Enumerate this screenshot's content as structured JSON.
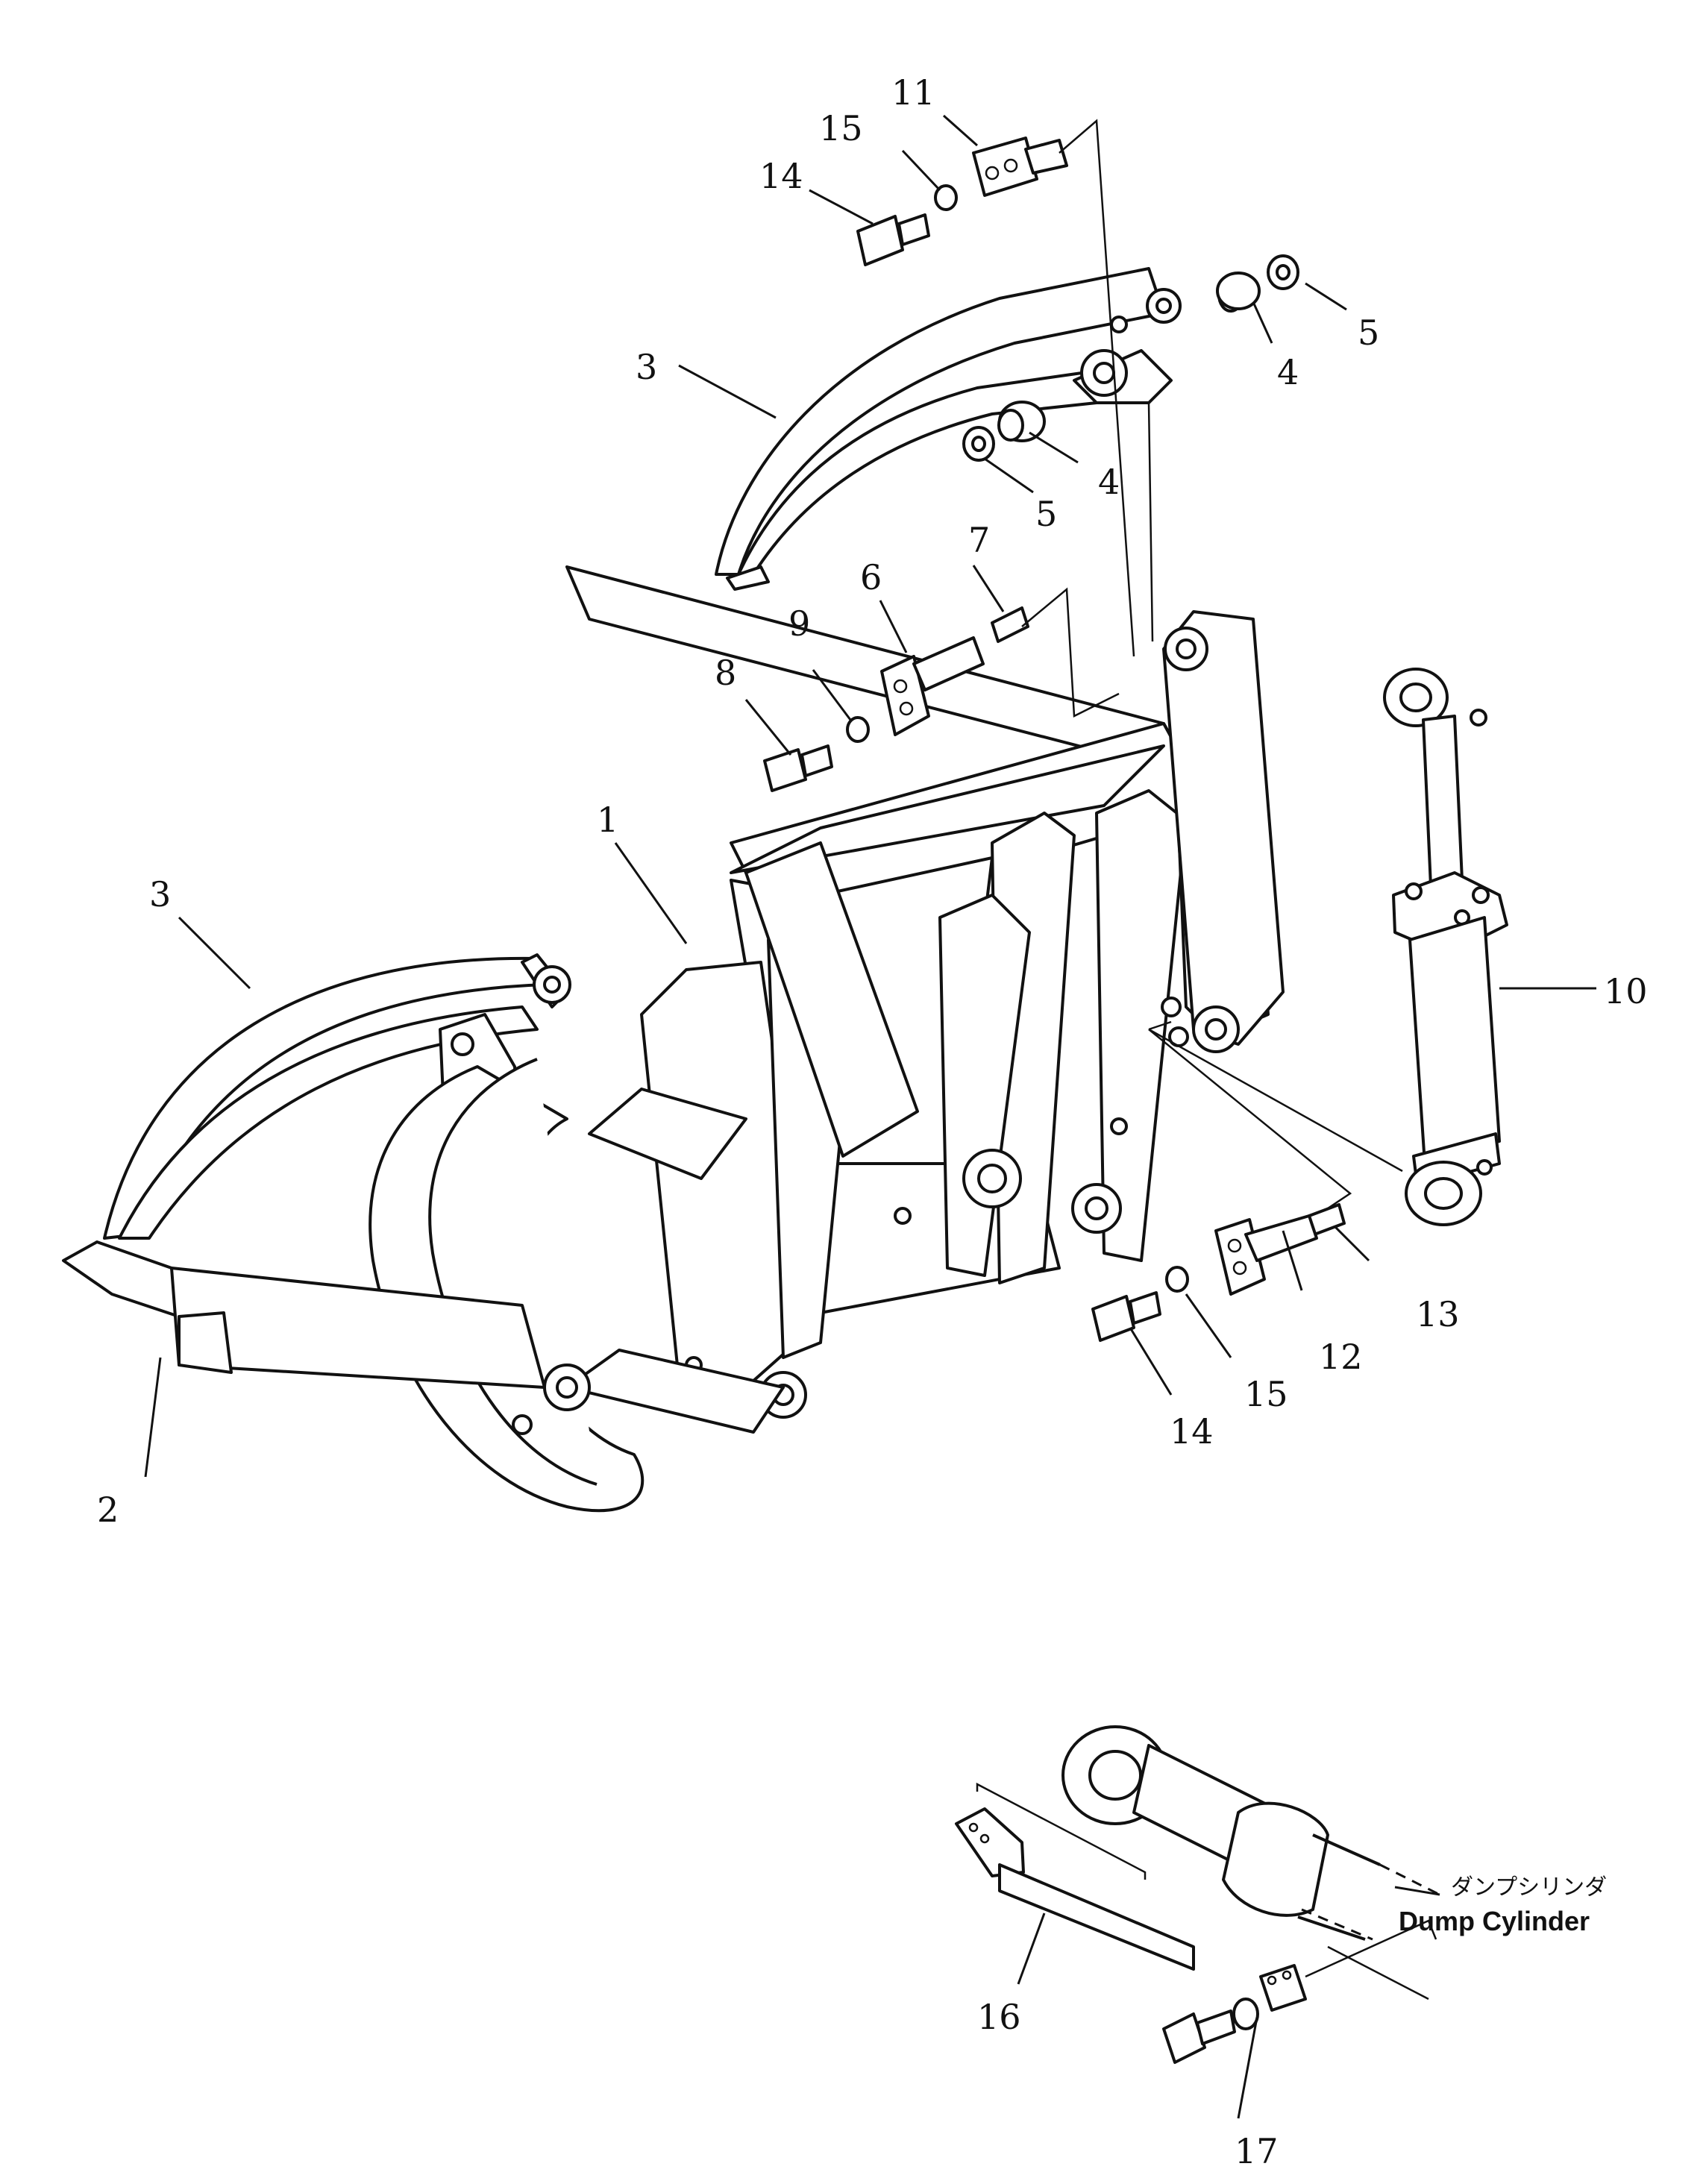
{
  "callouts": [
    {
      "num": "1"
    },
    {
      "num": "2"
    },
    {
      "num": "3"
    },
    {
      "num": "3"
    },
    {
      "num": "4"
    },
    {
      "num": "4"
    },
    {
      "num": "5"
    },
    {
      "num": "5"
    },
    {
      "num": "6"
    },
    {
      "num": "7"
    },
    {
      "num": "8"
    },
    {
      "num": "9"
    },
    {
      "num": "10"
    },
    {
      "num": "11"
    },
    {
      "num": "12"
    },
    {
      "num": "13"
    },
    {
      "num": "14"
    },
    {
      "num": "14"
    },
    {
      "num": "15"
    },
    {
      "num": "15"
    },
    {
      "num": "16"
    },
    {
      "num": "17"
    }
  ],
  "inset": {
    "label_jp": "ダンプシリンダ",
    "label_en": "Dump Cylinder"
  }
}
